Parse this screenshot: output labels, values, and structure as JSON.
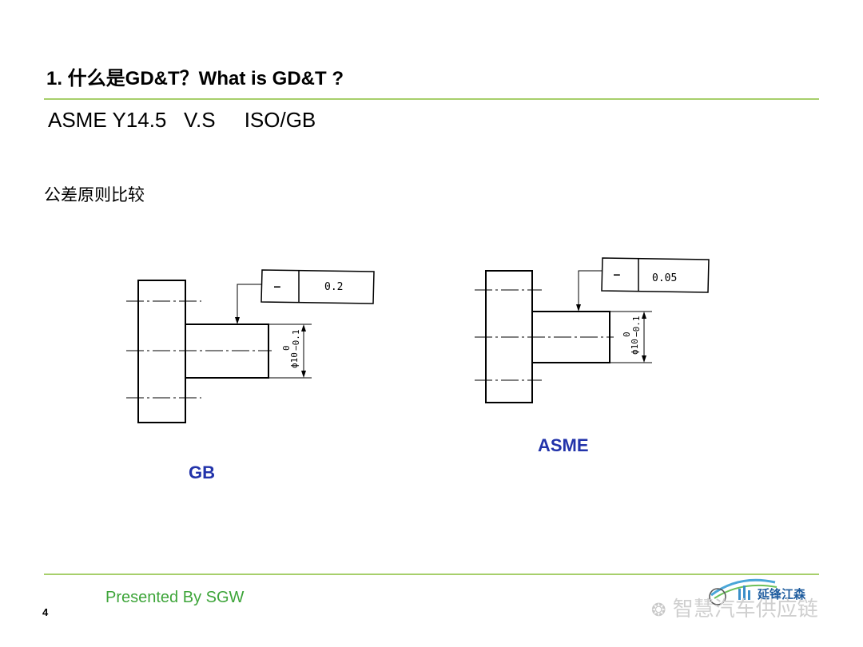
{
  "slide": {
    "title": "1. 什么是GD&T？What is GD&T ?",
    "subtitle": "ASME Y14.5   V.S     ISO/GB",
    "section_heading": "公差原则比较",
    "page_number": "4",
    "presenter": "Presented By SGW",
    "colors": {
      "rule": "#a7cf6b",
      "presenter": "#3ea53a",
      "drawing_label": "#2233aa"
    }
  },
  "drawings": {
    "gb": {
      "label": "GB",
      "tolerance_symbol": "—",
      "tolerance_value": "0.2",
      "dimension_main": "ϕ10",
      "dimension_upper": "0",
      "dimension_lower": "−0.1"
    },
    "asme": {
      "label": "ASME",
      "tolerance_symbol": "—",
      "tolerance_value": "0.05",
      "dimension_main": "ϕ10",
      "dimension_upper": "0",
      "dimension_lower": "−0.1"
    }
  },
  "footer": {
    "logo_text": "延锋江森",
    "watermark": "智慧汽车供应链"
  }
}
